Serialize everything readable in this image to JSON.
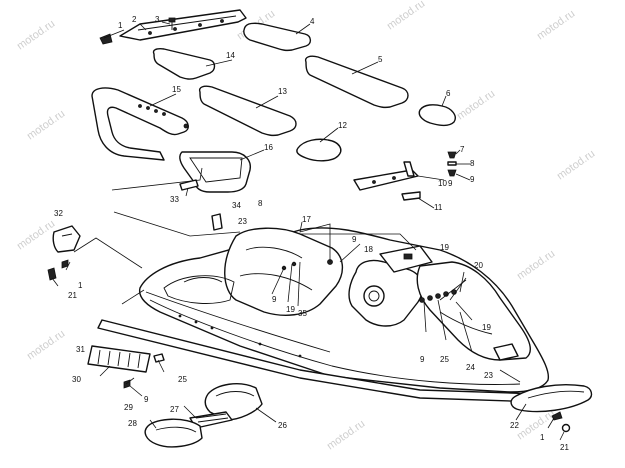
{
  "watermark": {
    "text": "motod.ru"
  },
  "callouts": [
    {
      "id": "c1a",
      "label": "1"
    },
    {
      "id": "c2",
      "label": "2"
    },
    {
      "id": "c3",
      "label": "3"
    },
    {
      "id": "c4",
      "label": "4"
    },
    {
      "id": "c5",
      "label": "5"
    },
    {
      "id": "c6",
      "label": "6"
    },
    {
      "id": "c7a",
      "label": "7"
    },
    {
      "id": "c8a",
      "label": "8"
    },
    {
      "id": "c9a",
      "label": "9"
    },
    {
      "id": "c10",
      "label": "10"
    },
    {
      "id": "c11",
      "label": "11"
    },
    {
      "id": "c12",
      "label": "12"
    },
    {
      "id": "c13",
      "label": "13"
    },
    {
      "id": "c14",
      "label": "14"
    },
    {
      "id": "c15",
      "label": "15"
    },
    {
      "id": "c16",
      "label": "16"
    },
    {
      "id": "c17",
      "label": "17"
    },
    {
      "id": "c18",
      "label": "18"
    },
    {
      "id": "c19a",
      "label": "19"
    },
    {
      "id": "c19b",
      "label": "19"
    },
    {
      "id": "c19c",
      "label": "19"
    },
    {
      "id": "c20",
      "label": "20"
    },
    {
      "id": "c21a",
      "label": "21"
    },
    {
      "id": "c21b",
      "label": "21"
    },
    {
      "id": "c22",
      "label": "22"
    },
    {
      "id": "c23a",
      "label": "23"
    },
    {
      "id": "c23b",
      "label": "23"
    },
    {
      "id": "c24",
      "label": "24"
    },
    {
      "id": "c25a",
      "label": "25"
    },
    {
      "id": "c25b",
      "label": "25"
    },
    {
      "id": "c26",
      "label": "26"
    },
    {
      "id": "c27",
      "label": "27"
    },
    {
      "id": "c28",
      "label": "28"
    },
    {
      "id": "c29",
      "label": "29"
    },
    {
      "id": "c30",
      "label": "30"
    },
    {
      "id": "c31",
      "label": "31"
    },
    {
      "id": "c32",
      "label": "32"
    },
    {
      "id": "c33",
      "label": "33"
    },
    {
      "id": "c34",
      "label": "34"
    },
    {
      "id": "c35",
      "label": "35"
    },
    {
      "id": "c1b",
      "label": "1"
    },
    {
      "id": "c1c",
      "label": "1"
    },
    {
      "id": "c8b",
      "label": "8"
    },
    {
      "id": "c9b",
      "label": "9"
    },
    {
      "id": "c9c",
      "label": "9"
    },
    {
      "id": "c9d",
      "label": "9"
    },
    {
      "id": "c9e",
      "label": "9"
    },
    {
      "id": "c9f",
      "label": "9"
    }
  ]
}
